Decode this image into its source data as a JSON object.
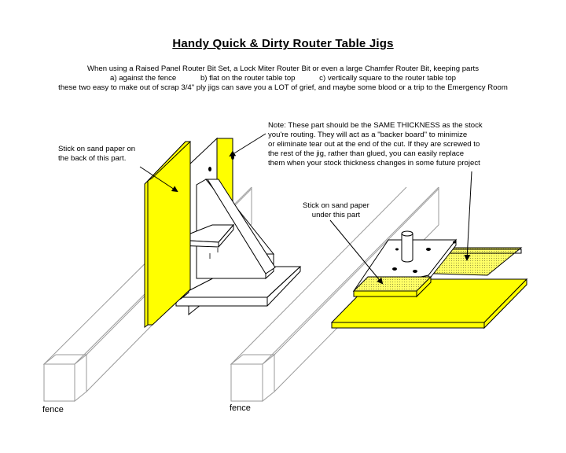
{
  "title": "Handy Quick & Dirty Router Table Jigs",
  "intro": {
    "line1": "When using a Raised Panel Router Bit Set, a Lock Miter Router Bit or even a large Chamfer Router Bit, keeping parts",
    "items": [
      "a) against the fence",
      "b) flat on the router table top",
      "c) vertically square to the router table top"
    ],
    "line3": "these two easy to make out of scrap 3/4\" ply jigs can save you a LOT of grief, and maybe some blood or a trip to the Emergency Room"
  },
  "note": {
    "lines": [
      "Note:  These part should be the SAME THICKNESS  as the stock",
      "you're routing.  They will act as a \"backer board\" to minimize",
      "or eliminate tear out at the end of the cut.  If they are screwed to",
      "the rest of the jig, rather than glued, you can easily replace",
      "them when your stock thickness changes in some future project"
    ]
  },
  "labels": {
    "stick_back": [
      "Stick on sand paper on",
      "the back of this part."
    ],
    "stick_under": [
      "Stick on sand paper",
      "under this part"
    ],
    "fence_left": "fence",
    "fence_right": "fence"
  },
  "colors": {
    "part_fill": "#ffff00",
    "outline": "#000000",
    "fence_line": "#9a9a9a",
    "background": "#ffffff"
  }
}
